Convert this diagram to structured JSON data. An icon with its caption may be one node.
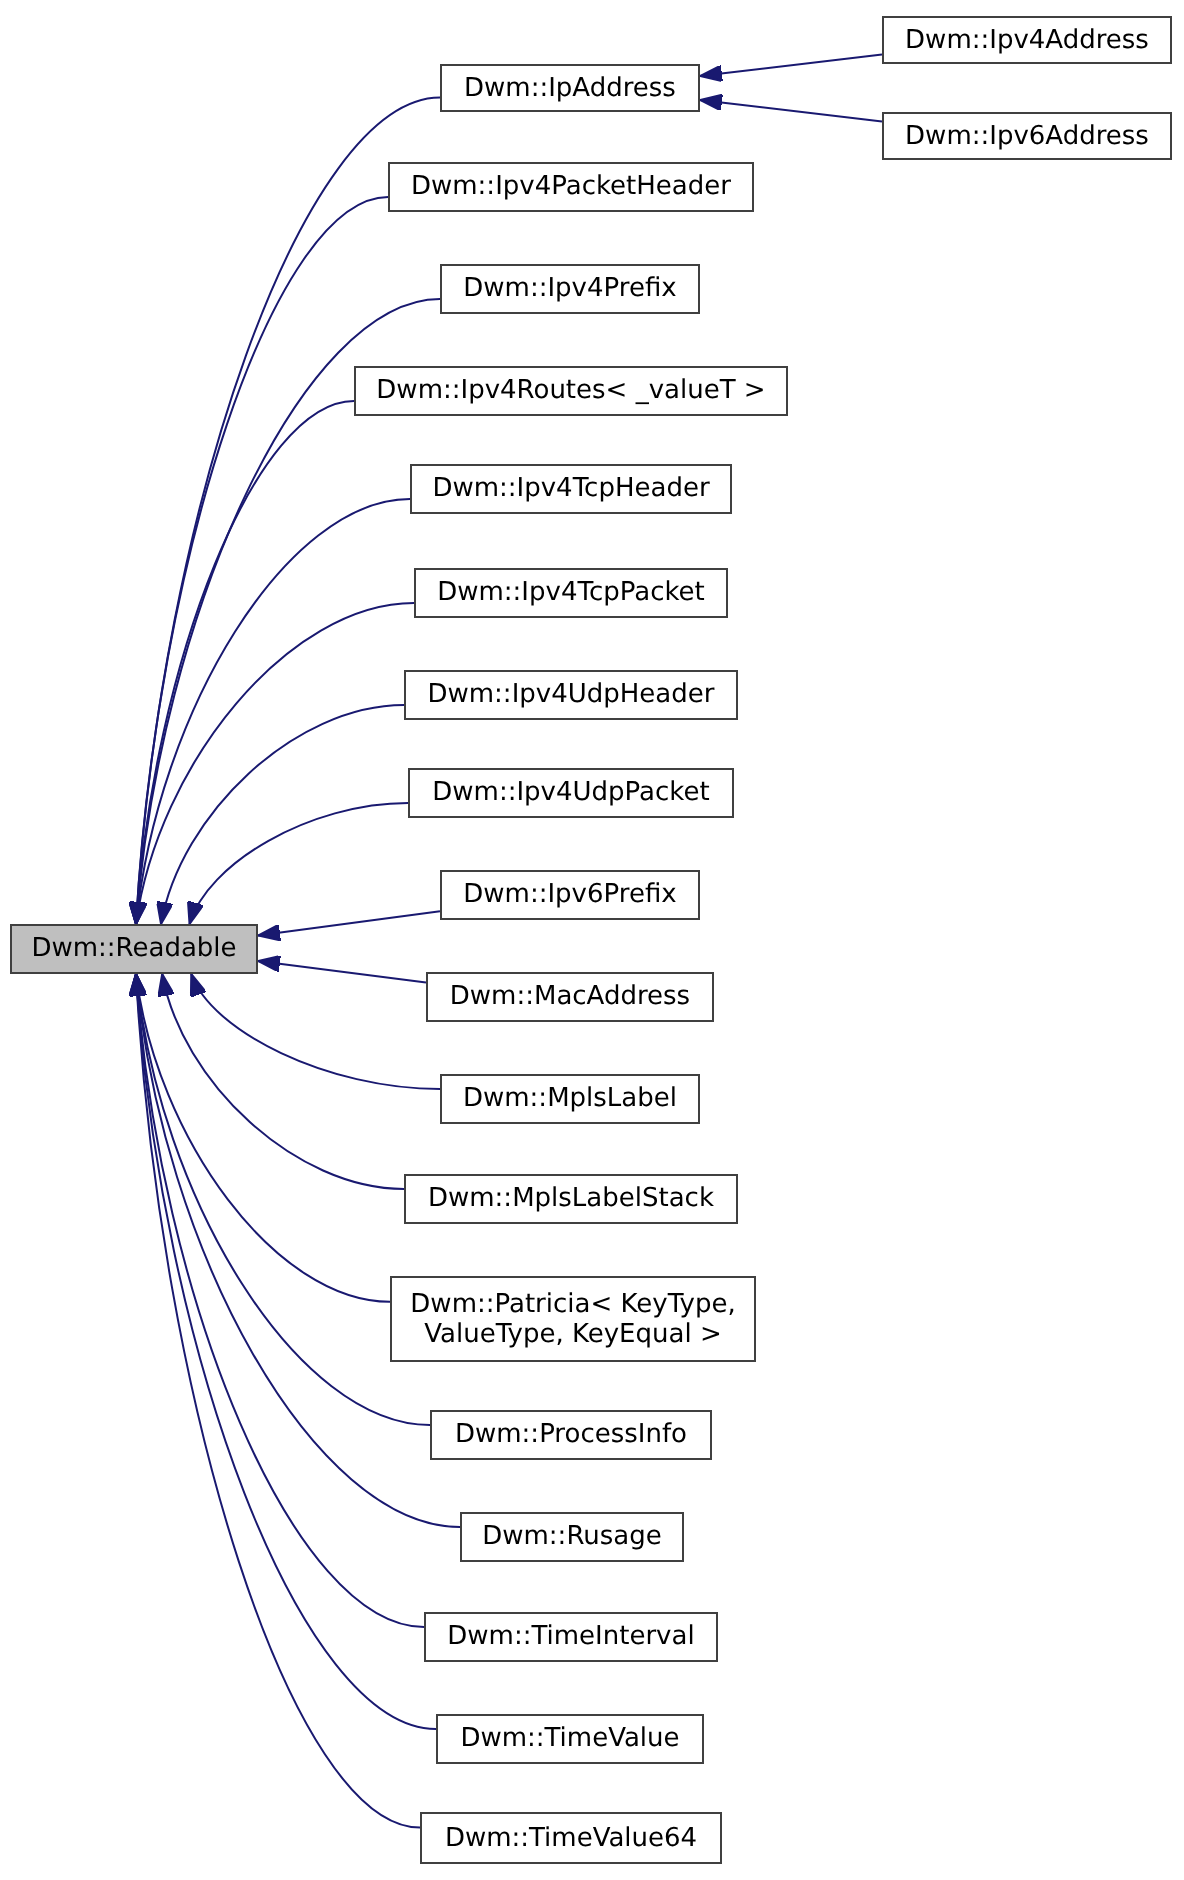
{
  "diagram": {
    "nodes": [
      {
        "text": [
          "Dwm::Readable"
        ]
      },
      {
        "text": [
          "Dwm::IpAddress"
        ]
      },
      {
        "text": [
          "Dwm::Ipv4Address"
        ]
      },
      {
        "text": [
          "Dwm::Ipv6Address"
        ]
      },
      {
        "text": [
          "Dwm::Ipv4PacketHeader"
        ]
      },
      {
        "text": [
          "Dwm::Ipv4Prefix"
        ]
      },
      {
        "text": [
          "Dwm::Ipv4Routes< _valueT >"
        ]
      },
      {
        "text": [
          "Dwm::Ipv4TcpHeader"
        ]
      },
      {
        "text": [
          "Dwm::Ipv4TcpPacket"
        ]
      },
      {
        "text": [
          "Dwm::Ipv4UdpHeader"
        ]
      },
      {
        "text": [
          "Dwm::Ipv4UdpPacket"
        ]
      },
      {
        "text": [
          "Dwm::Ipv6Prefix"
        ]
      },
      {
        "text": [
          "Dwm::MacAddress"
        ]
      },
      {
        "text": [
          "Dwm::MplsLabel"
        ]
      },
      {
        "text": [
          "Dwm::MplsLabelStack"
        ]
      },
      {
        "text": [
          "Dwm::Patricia< KeyType, ValueType, KeyEqual >"
        ]
      },
      {
        "text": [
          "Dwm::ProcessInfo"
        ]
      },
      {
        "text": [
          "Dwm::Rusage"
        ]
      },
      {
        "text": [
          "Dwm::TimeInterval"
        ]
      },
      {
        "text": [
          "Dwm::TimeValue"
        ]
      },
      {
        "text": [
          "Dwm::TimeValue64"
        ]
      }
    ],
    "edges": [
      {
        "from": 1,
        "to": 0,
        "arrow": "to"
      },
      {
        "from": 2,
        "to": 1,
        "arrow": "to"
      },
      {
        "from": 3,
        "to": 1,
        "arrow": "to"
      },
      {
        "from": 4,
        "to": 0,
        "arrow": "to"
      },
      {
        "from": 5,
        "to": 0,
        "arrow": "to"
      },
      {
        "from": 6,
        "to": 0,
        "arrow": "to"
      },
      {
        "from": 7,
        "to": 0,
        "arrow": "to"
      },
      {
        "from": 8,
        "to": 0,
        "arrow": "to"
      },
      {
        "from": 9,
        "to": 0,
        "arrow": "to"
      },
      {
        "from": 10,
        "to": 0,
        "arrow": "to"
      },
      {
        "from": 11,
        "to": 0,
        "arrow": "to"
      },
      {
        "from": 12,
        "to": 0,
        "arrow": "to"
      },
      {
        "from": 13,
        "to": 0,
        "arrow": "to"
      },
      {
        "from": 14,
        "to": 0,
        "arrow": "to"
      },
      {
        "from": 15,
        "to": 0,
        "arrow": "to"
      },
      {
        "from": 16,
        "to": 0,
        "arrow": "to"
      },
      {
        "from": 17,
        "to": 0,
        "arrow": "to"
      },
      {
        "from": 18,
        "to": 0,
        "arrow": "to"
      },
      {
        "from": 19,
        "to": 0,
        "arrow": "to"
      },
      {
        "from": 20,
        "to": 0,
        "arrow": "to"
      }
    ]
  }
}
